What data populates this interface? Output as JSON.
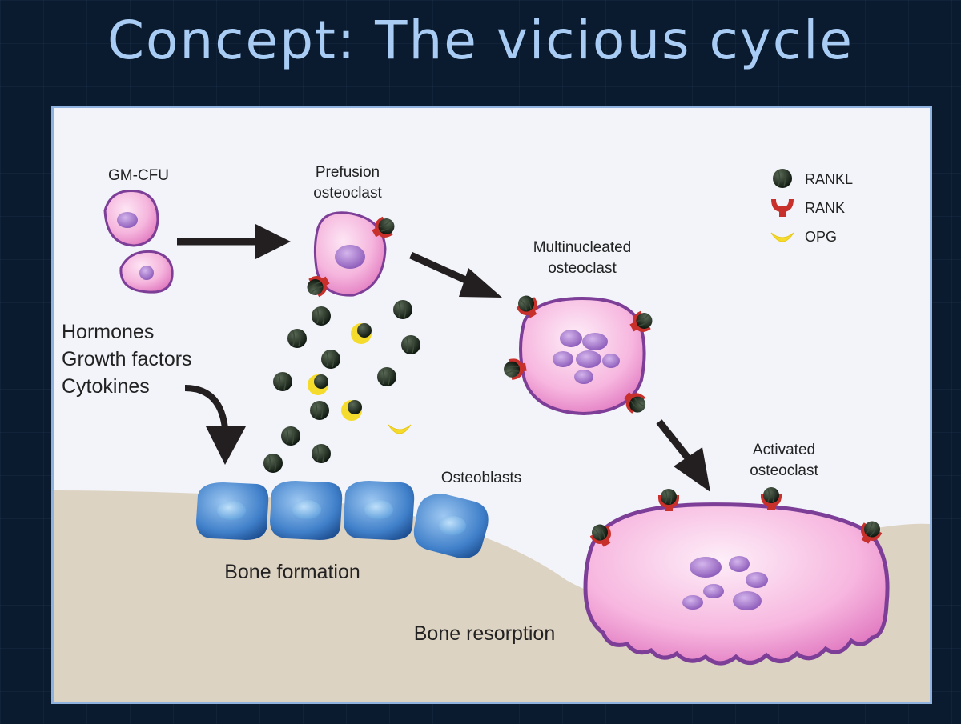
{
  "slide": {
    "title": "Concept: The vicious cycle"
  },
  "diagram": {
    "labels": {
      "gm_cfu": "GM-CFU",
      "prefusion_line1": "Prefusion",
      "prefusion_line2": "osteoclast",
      "multinucleated_line1": "Multinucleated",
      "multinucleated_line2": "osteoclast",
      "activated_line1": "Activated",
      "activated_line2": "osteoclast",
      "osteoblasts": "Osteoblasts",
      "bone_formation": "Bone formation",
      "bone_resorption": "Bone resorption",
      "factors_line1": "Hormones",
      "factors_line2": "Growth factors",
      "factors_line3": "Cytokines"
    },
    "legend": [
      {
        "label": "RANKL",
        "icon": "rankl-icon"
      },
      {
        "label": "RANK",
        "icon": "rank-icon"
      },
      {
        "label": "OPG",
        "icon": "opg-icon"
      }
    ],
    "colors": {
      "cell_pink": "#f5b8df",
      "cell_outline": "#7d3e98",
      "nucleus": "#9b6ac3",
      "osteoblast": "#3f7fc9",
      "bone": "#ddd3c3",
      "rankl": "#1e2d1e",
      "rank": "#c8302c",
      "opg": "#f5dc2c"
    }
  }
}
